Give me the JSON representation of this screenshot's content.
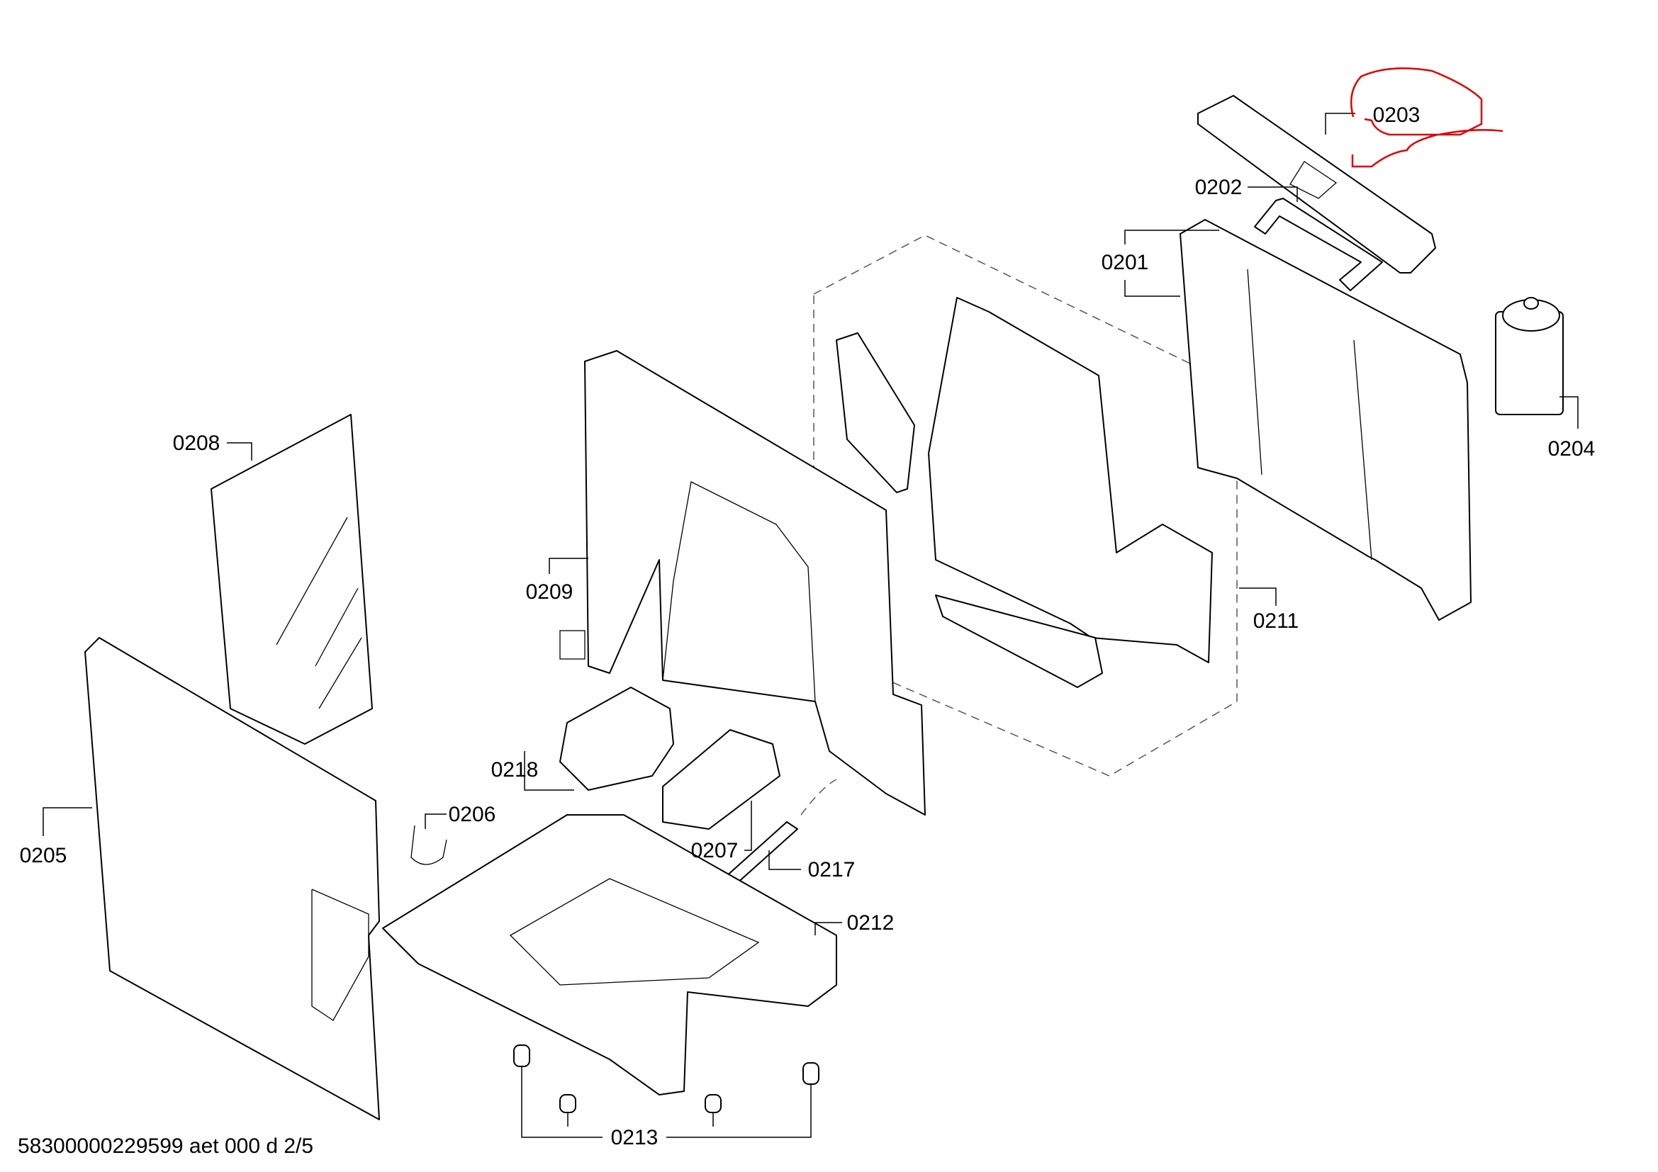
{
  "labels": {
    "p0201": "0201",
    "p0202": "0202",
    "p0203": "0203",
    "p0204": "0204",
    "p0205": "0205",
    "p0206": "0206",
    "p0207": "0207",
    "p0208": "0208",
    "p0209": "0209",
    "p0211": "0211",
    "p0212": "0212",
    "p0213": "0213",
    "p0217": "0217",
    "p0218": "0218"
  },
  "footer": "58300000229599 aet 000 d 2/5",
  "colors": {
    "annotation": "#e00000",
    "lines": "#000000"
  }
}
